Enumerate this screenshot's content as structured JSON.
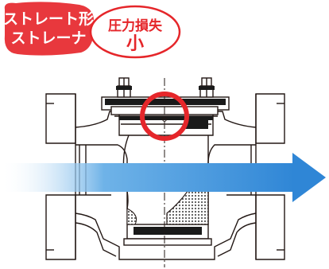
{
  "badges": {
    "type_label_line1": "ストレート形",
    "type_label_line2": "ストレーナ",
    "loss_label": "圧力損失",
    "loss_value": "小"
  },
  "colors": {
    "red_badge": "#e8383d",
    "red_circle": "#e5262a",
    "flow_arrow": "#3a8fd8",
    "line": "#231815",
    "body_fill": "#ffffff",
    "dark_part": "#1a1a1a",
    "mesh": "#888888"
  }
}
